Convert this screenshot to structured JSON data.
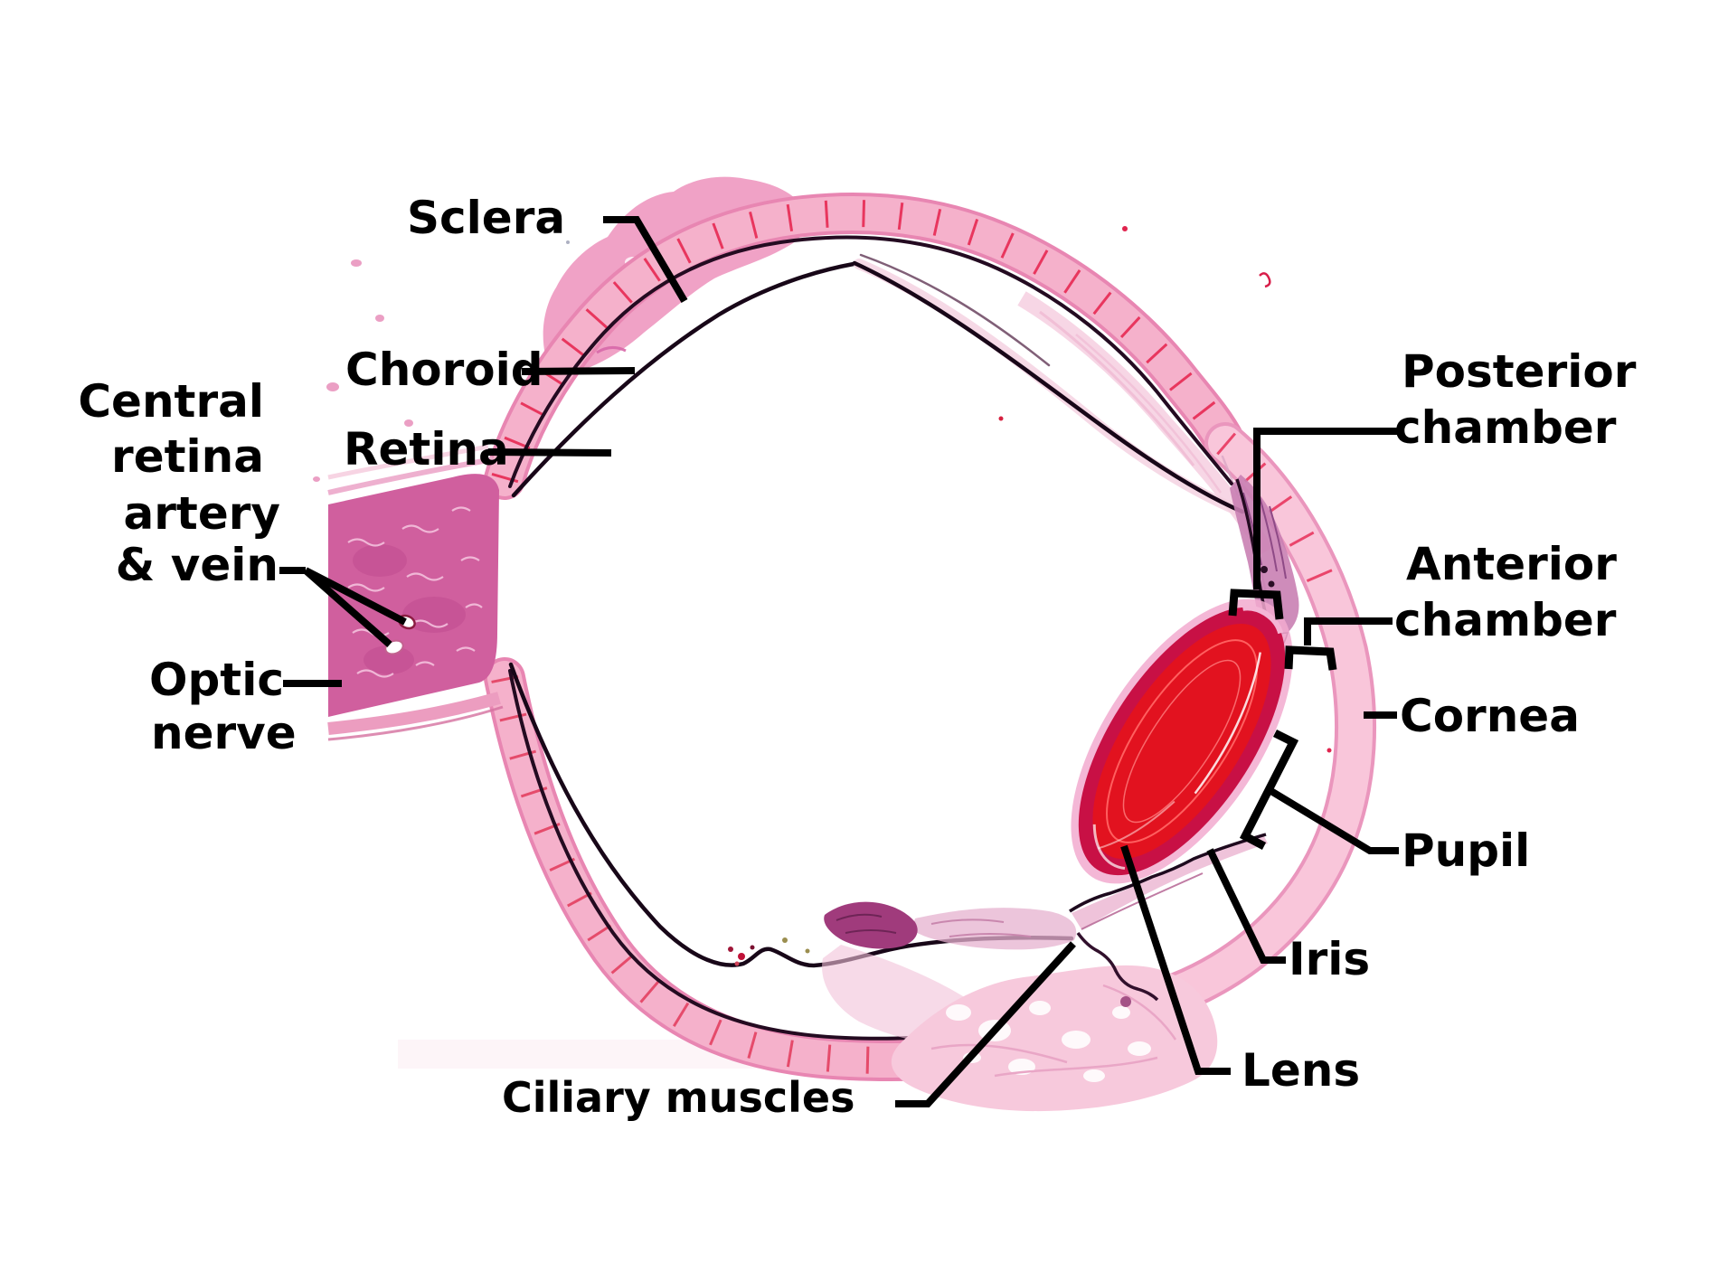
{
  "figure": {
    "type": "labeled-histology-diagram",
    "subject": "Histological cross section of the eye with labeled anatomical structures"
  },
  "colors": {
    "background": "#ffffff",
    "label_text": "#000000",
    "leader_line": "#000000",
    "sclera_body_pink": "#f5b1cb",
    "sclera_edge_pink": "#e886b2",
    "vessel_tick_red": "#e8365e",
    "cornea_body_pink": "#f9c6da",
    "cornea_edge_pink": "#ea96bd",
    "choroid_dark": "#240b21",
    "retina_dark": "#180718",
    "optic_nerve_magenta": "#d05f9e",
    "lens_core_red": "#e2121f",
    "lens_rim_crimson": "#c81045",
    "lens_capsule_pink": "#f2aacf",
    "ciliary_purple": "#a03b7c",
    "iris_pink": "#efc3da",
    "connective_tissue_pink": "#f7c9dc"
  },
  "labels": {
    "sclera": {
      "text": "Sclera"
    },
    "choroid": {
      "text": "Choroid"
    },
    "retina": {
      "text": "Retina"
    },
    "central_retina_artery_vein": {
      "lines": [
        "Central",
        "retina",
        "artery",
        "& vein"
      ]
    },
    "optic_nerve": {
      "lines": [
        "Optic",
        "nerve"
      ]
    },
    "posterior_chamber": {
      "lines": [
        "Posterior",
        "chamber"
      ]
    },
    "anterior_chamber": {
      "lines": [
        "Anterior",
        "chamber"
      ]
    },
    "cornea": {
      "text": "Cornea"
    },
    "pupil": {
      "text": "Pupil"
    },
    "iris": {
      "text": "Iris"
    },
    "lens": {
      "text": "Lens"
    },
    "ciliary_muscles": {
      "text": "Ciliary muscles"
    }
  }
}
